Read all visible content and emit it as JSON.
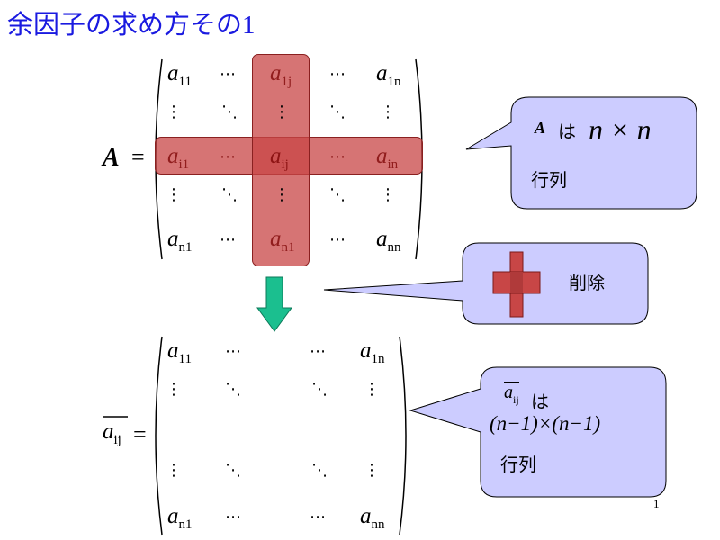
{
  "title": {
    "text": "余因子の求め方その",
    "num": "1"
  },
  "matrixA": {
    "lhs": "A",
    "equals": "=",
    "a11": "a",
    "a11_sub": "11",
    "a1j": "a",
    "a1j_sub": "1j",
    "a1n": "a",
    "a1n_sub": "1n",
    "ai1": "a",
    "ai1_sub": "i1",
    "aij": "a",
    "aij_sub": "ij",
    "ain": "a",
    "ain_sub": "in",
    "an1": "a",
    "an1_sub": "n1",
    "anj": "a",
    "anj_sub": "n1",
    "ann": "a",
    "ann_sub": "nn"
  },
  "matrixB": {
    "lhs": "a",
    "lhs_sub": "ij",
    "equals": "=",
    "a11": "a",
    "a11_sub": "11",
    "a1n": "a",
    "a1n_sub": "1n",
    "an1": "a",
    "an1_sub": "n1",
    "ann": "a",
    "ann_sub": "nn"
  },
  "callout1": {
    "symbol": "A",
    "ha": "は",
    "expr": "n × n",
    "line2": "行列"
  },
  "callout2": {
    "label": "削除"
  },
  "callout3": {
    "sym": "a",
    "sym_sub": "ij",
    "ha": "は",
    "expr": "(n−1)×(n−1)",
    "line2": "行列"
  },
  "dots": {
    "h": "⋯",
    "v": "⋮",
    "d": "⋱"
  },
  "page_number": "1",
  "colors": {
    "title": "#1a1ae0",
    "bubble_fill": "#ccccff",
    "band": "#c84646",
    "arrow": "#1bbf8f"
  }
}
